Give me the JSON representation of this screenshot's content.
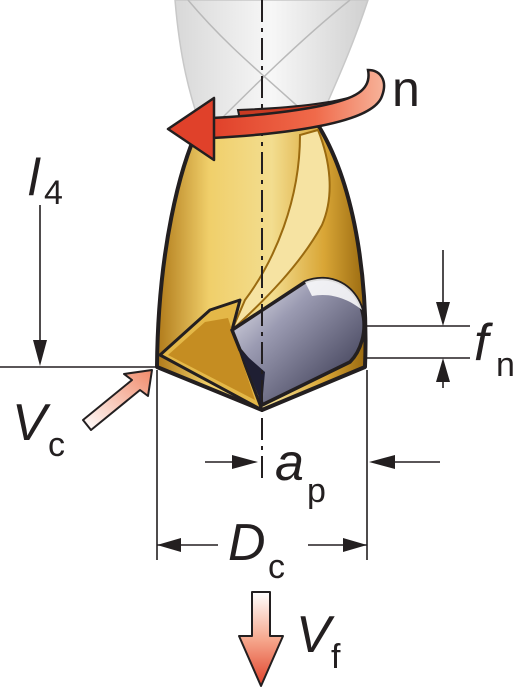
{
  "diagram": {
    "labels": {
      "rotation": "n",
      "length": {
        "main": "l",
        "sub": "4"
      },
      "feed_per_rev": {
        "main": "f",
        "sub": "n"
      },
      "cutting_speed": {
        "main": "V",
        "sub": "c"
      },
      "cut_depth": {
        "main": "a",
        "sub": "p"
      },
      "diameter": {
        "main": "D",
        "sub": "c"
      },
      "feed_speed": {
        "main": "V",
        "sub": "f"
      }
    },
    "colors": {
      "tool_gold": "#d9a636",
      "tool_dark": "#9a6a10",
      "insert": "#3c3c55",
      "arrow_red": "#e0412a",
      "line": "#231f20"
    }
  }
}
